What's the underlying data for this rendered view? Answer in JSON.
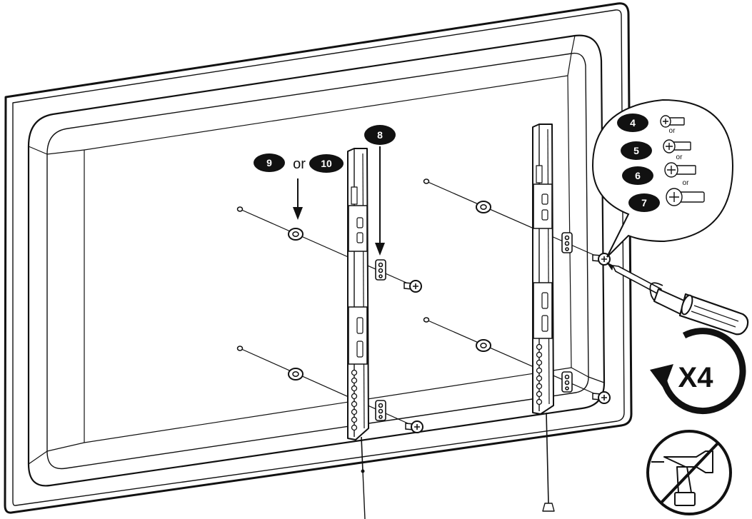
{
  "callouts": {
    "spacer_a": "9",
    "spacer_or": "or",
    "spacer_b": "10",
    "strap_plate": "8"
  },
  "screw_options": {
    "items": [
      {
        "label": "4",
        "or": "or"
      },
      {
        "label": "5",
        "or": "or"
      },
      {
        "label": "6",
        "or": "or"
      },
      {
        "label": "7",
        "or": ""
      }
    ]
  },
  "repeat": {
    "label": "X4"
  },
  "icons": {
    "tool_warning": "no-power-drill-icon",
    "tool": "screwdriver-icon",
    "repeat": "rotate-arrow-icon"
  },
  "colors": {
    "ink": "#111111",
    "paper": "#ffffff"
  }
}
